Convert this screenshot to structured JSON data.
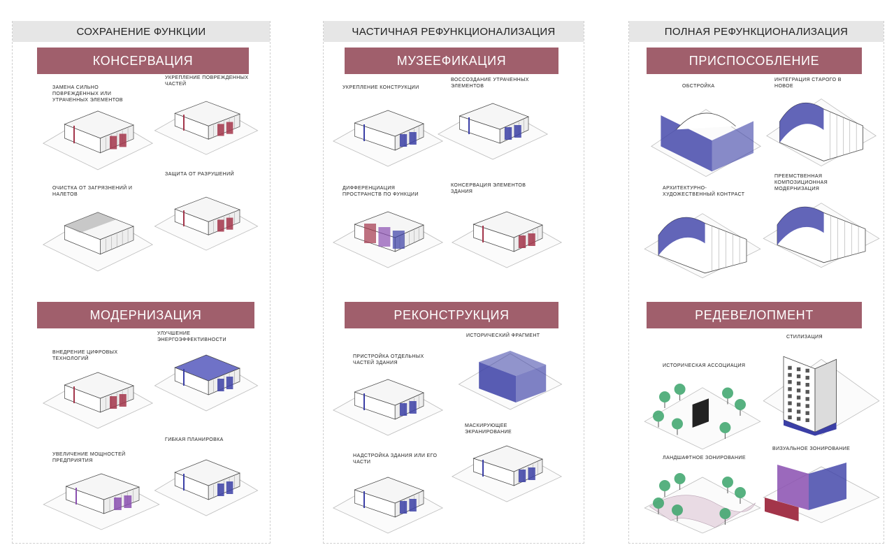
{
  "columns": [
    {
      "header": "СОХРАНЕНИЕ ФУНКЦИИ",
      "sections": [
        {
          "title": "КОНСЕРВАЦИЯ",
          "items": [
            "ЗАМЕНА СИЛЬНО ПОВРЕЖДЕННЫХ ИЛИ УТРАЧЕННЫХ ЭЛЕМЕНТОВ",
            "УКРЕПЛЕНИЕ ПОВРЕЖДЕННЫХ ЧАСТЕЙ",
            "ОЧИСТКА ОТ ЗАГРЯЗНЕНИЙ И НАЛЕТОВ",
            "ЗАЩИТА ОТ РАЗРУШЕНИЙ"
          ]
        },
        {
          "title": "МОДЕРНИЗАЦИЯ",
          "items": [
            "ВНЕДРЕНИЕ ЦИФРОВЫХ ТЕХНОЛОГИЙ",
            "УЛУЧШЕНИЕ ЭНЕРГОЭФФЕКТИВНОСТИ",
            "УВЕЛИЧЕНИЕ МОЩНОСТЕЙ ПРЕДПРИЯТИЯ",
            "ГИБКАЯ ПЛАНИРОВКА"
          ]
        }
      ]
    },
    {
      "header": "ЧАСТИЧНАЯ РЕФУНКЦИОНАЛИЗАЦИЯ",
      "sections": [
        {
          "title": "МУЗЕЕФИКАЦИЯ",
          "items": [
            "УКРЕПЛЕНИЕ КОНСТРУКЦИИ",
            "ВОССОЗДАНИЕ УТРАЧЕННЫХ ЭЛЕМЕНТОВ",
            "ДИФФЕРЕНЦИАЦИЯ ПРОСТРАНСТВ ПО ФУНКЦИИ",
            "КОНСЕРВАЦИЯ ЭЛЕМЕНТОВ ЗДАНИЯ"
          ]
        },
        {
          "title": "РЕКОНСТРУКЦИЯ",
          "items": [
            "ИСТОРИЧЕСКИЙ ФРАГМЕНТ",
            "ПРИСТРОЙКА ОТДЕЛЬНЫХ ЧАСТЕЙ ЗДАНИЯ",
            "МАСКИРУЮЩЕЕ ЭКРАНИРОВАНИЕ",
            "НАДСТРОЙКА ЗДАНИЯ ИЛИ ЕГО ЧАСТИ"
          ]
        }
      ]
    },
    {
      "header": "ПОЛНАЯ РЕФУНКЦИОНАЛИЗАЦИЯ",
      "sections": [
        {
          "title": "ПРИСПОСОБЛЕНИЕ",
          "items": [
            "ОБСТРОЙКА",
            "ИНТЕГРАЦИЯ СТАРОГО В НОВОЕ",
            "ПРЕЕМСТВЕННАЯ КОМПОЗИЦИОННАЯ МОДЕРНИЗАЦИЯ",
            "АРХИТЕКТУРНО-ХУДОЖЕСТВЕННЫЙ КОНТРАСТ"
          ]
        },
        {
          "title": "РЕДЕВЕЛОПМЕНТ",
          "items": [
            "СТИЛИЗАЦИЯ",
            "ИСТОРИЧЕСКАЯ АССОЦИАЦИЯ",
            "ВИЗУАЛЬНОЕ ЗОНИРОВАНИЕ",
            "ЛАНДШАФТНОЕ ЗОНИРОВАНИЕ"
          ]
        }
      ]
    }
  ],
  "colors": {
    "band": "#a05f6c",
    "header_bg": "#e6e6e6",
    "accent_red": "#a3354a",
    "accent_blue": "#3b3fa6",
    "accent_purple": "#8a4fb0",
    "line": "#444444"
  }
}
